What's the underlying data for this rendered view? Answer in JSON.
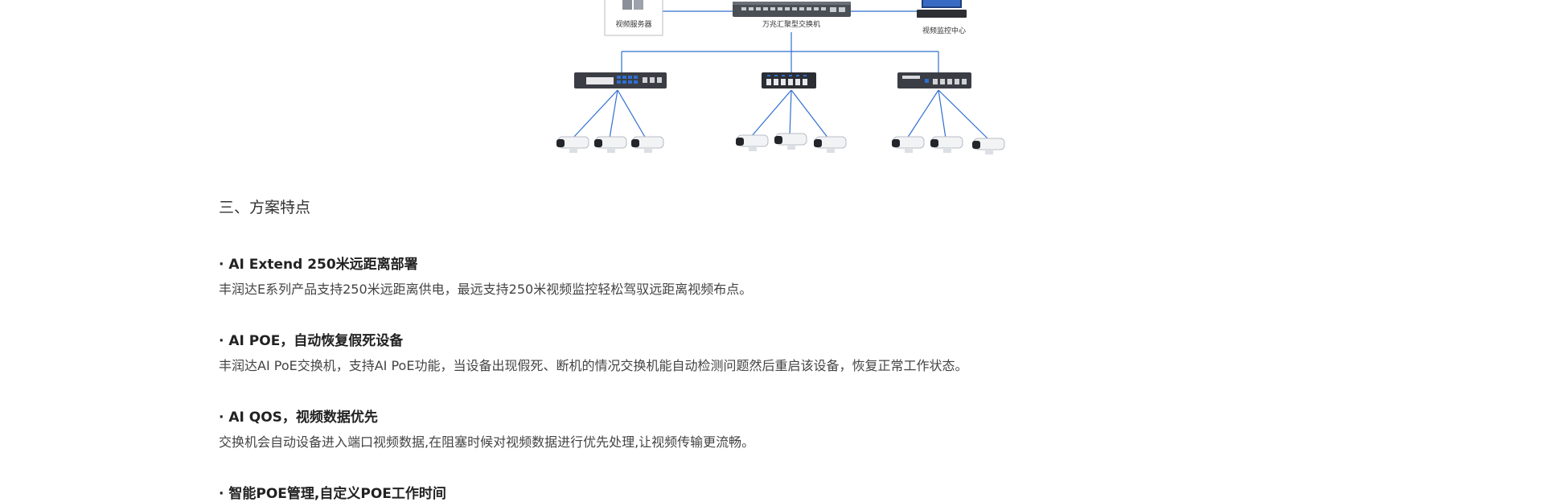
{
  "diagram": {
    "labels": {
      "video_server": "视频服务器",
      "aggregation_switch": "万兆汇聚型交换机",
      "monitoring_center": "视频监控中心"
    },
    "line_color": "#2f6fd0"
  },
  "section": {
    "title": "三、方案特点"
  },
  "features": [
    {
      "title": "· AI Extend 250米远距离部署",
      "desc": "丰润达E系列产品支持250米远距离供电，最远支持250米视频监控轻松驾驭远距离视频布点。"
    },
    {
      "title": "· AI POE，自动恢复假死设备",
      "desc": "丰润达AI PoE交换机，支持AI PoE功能，当设备出现假死、断机的情况交换机能自动检测问题然后重启该设备，恢复正常工作状态。"
    },
    {
      "title": "· AI QOS，视频数据优先",
      "desc": "交换机会自动设备进入端口视频数据,在阻塞时候对视频数据进行优先处理,让视频传输更流畅。"
    },
    {
      "title": "· 智能POE管理,自定义POE工作时间",
      "desc": ""
    }
  ]
}
